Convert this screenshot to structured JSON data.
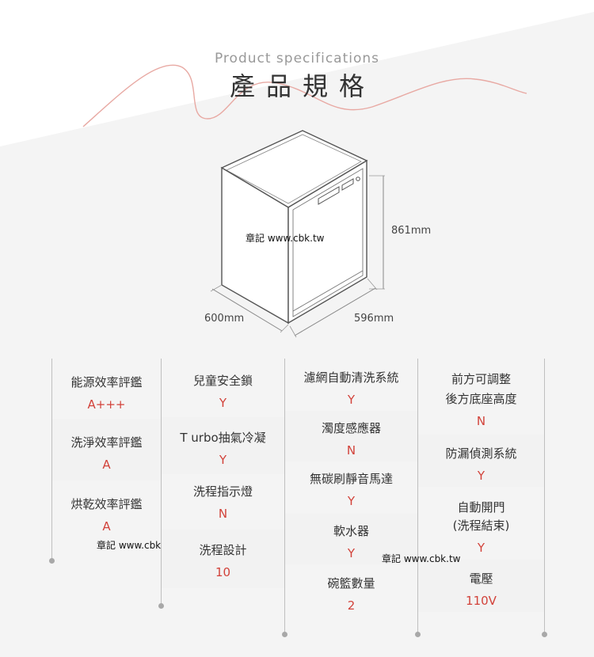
{
  "header": {
    "subtitle": "Product specifications",
    "title": "產品規格"
  },
  "dimensions": {
    "height": "861mm",
    "depth": "600mm",
    "width": "596mm"
  },
  "watermark": "章記 www.cbk.tw",
  "columns": [
    {
      "items": [
        {
          "label": "能源效率評鑑",
          "value": "A+++"
        },
        {
          "label": "洗淨效率評鑑",
          "value": "A"
        },
        {
          "label": "烘乾效率評鑑",
          "value": "A"
        }
      ]
    },
    {
      "items": [
        {
          "label": "兒童安全鎖",
          "value": "Y"
        },
        {
          "label": "T urbo抽氣冷凝",
          "value": "Y"
        },
        {
          "label": "洗程指示燈",
          "value": "N"
        },
        {
          "label": "洗程設計",
          "value": "10"
        }
      ]
    },
    {
      "items": [
        {
          "label": "濾網自動清洗系統",
          "value": "Y"
        },
        {
          "label": "濁度感應器",
          "value": "N"
        },
        {
          "label": "無碳刷靜音馬達",
          "value": "Y"
        },
        {
          "label": "軟水器",
          "value": "Y"
        },
        {
          "label": "碗籃數量",
          "value": "2"
        }
      ]
    },
    {
      "items": [
        {
          "label": "前方可調整",
          "label2": "後方底座高度",
          "value": "N"
        },
        {
          "label": "防漏偵測系統",
          "value": "Y"
        },
        {
          "label": "自動開門",
          "label2": "(洗程結束)",
          "value": "Y"
        },
        {
          "label": "電壓",
          "value": "110V"
        }
      ]
    }
  ],
  "colors": {
    "accent": "#d2423a",
    "curve": "#e8a9a3",
    "band": "#f2f2f2"
  }
}
